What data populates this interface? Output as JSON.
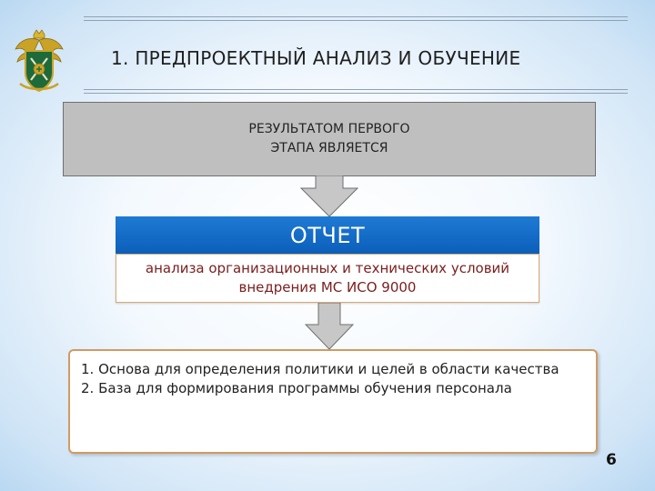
{
  "header": {
    "title": "1. ПРЕДПРОЕКТНЫЙ АНАЛИЗ И ОБУЧЕНИЕ"
  },
  "step1": {
    "text": "РЕЗУЛЬТАТОМ ПЕРВОГО ЭТАПА ЯВЛЯЕТСЯ"
  },
  "report": {
    "heading": "ОТЧЕТ",
    "description": "анализа организационных и технических условий внедрения МС ИСО 9000"
  },
  "results": {
    "items": [
      "1. Основа для определения политики и целей в области качества",
      "2. База для формирования программы обучения персонала"
    ]
  },
  "footer": {
    "page_number": "6"
  },
  "colors": {
    "report_header": "#0b5fba",
    "report_text": "#7a1e1e",
    "box_gray": "#bfbfbf",
    "list_border": "#d29a62"
  },
  "icons": {
    "emblem": "coat-of-arms-icon",
    "arrows": "down-arrow-icon"
  }
}
